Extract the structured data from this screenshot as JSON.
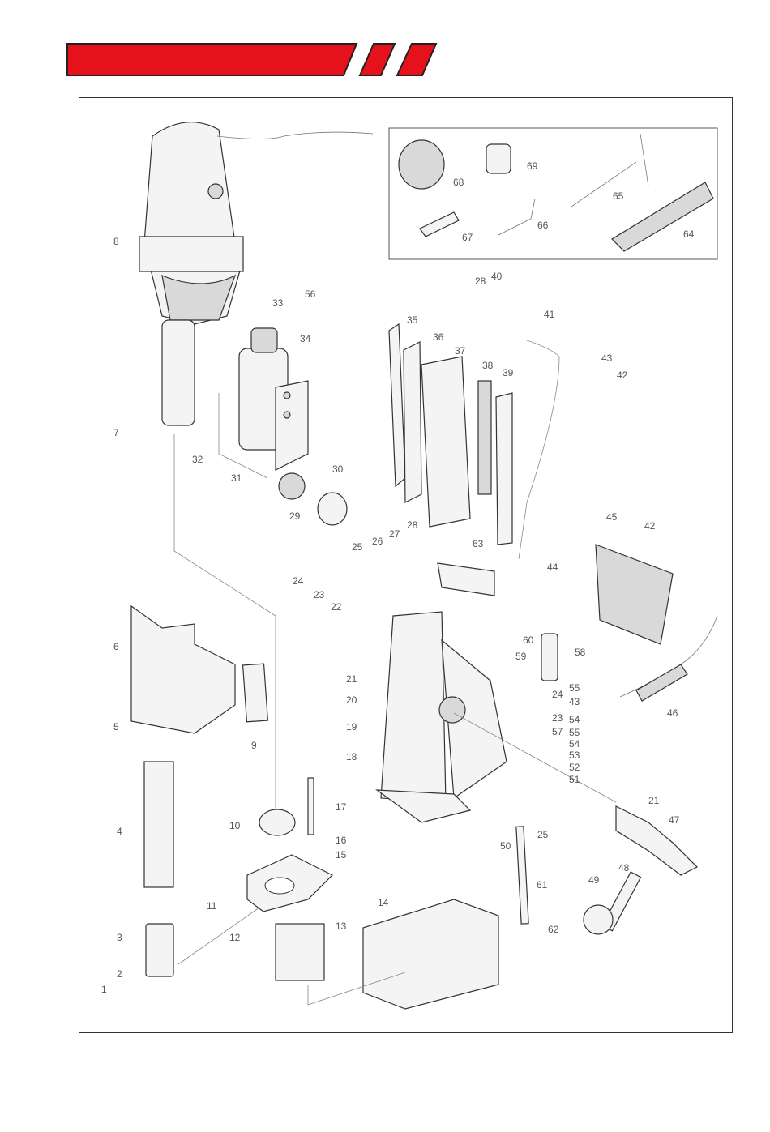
{
  "header": {
    "bar_color": "#e5121b",
    "outline_color": "#222222"
  },
  "diagram": {
    "callouts": [
      "1",
      "2",
      "3",
      "4",
      "5",
      "6",
      "7",
      "8",
      "9",
      "10",
      "11",
      "12",
      "13",
      "14",
      "15",
      "16",
      "17",
      "18",
      "19",
      "20",
      "21",
      "22",
      "23",
      "24",
      "25",
      "26",
      "27",
      "28",
      "29",
      "30",
      "31",
      "32",
      "33",
      "34",
      "35",
      "36",
      "37",
      "38",
      "39",
      "40",
      "41",
      "42",
      "43",
      "44",
      "45",
      "46",
      "47",
      "48",
      "49",
      "50",
      "51",
      "52",
      "53",
      "54",
      "55",
      "56",
      "57",
      "58",
      "59",
      "60",
      "61",
      "62",
      "63",
      "64",
      "65",
      "66",
      "67",
      "68",
      "69"
    ]
  }
}
